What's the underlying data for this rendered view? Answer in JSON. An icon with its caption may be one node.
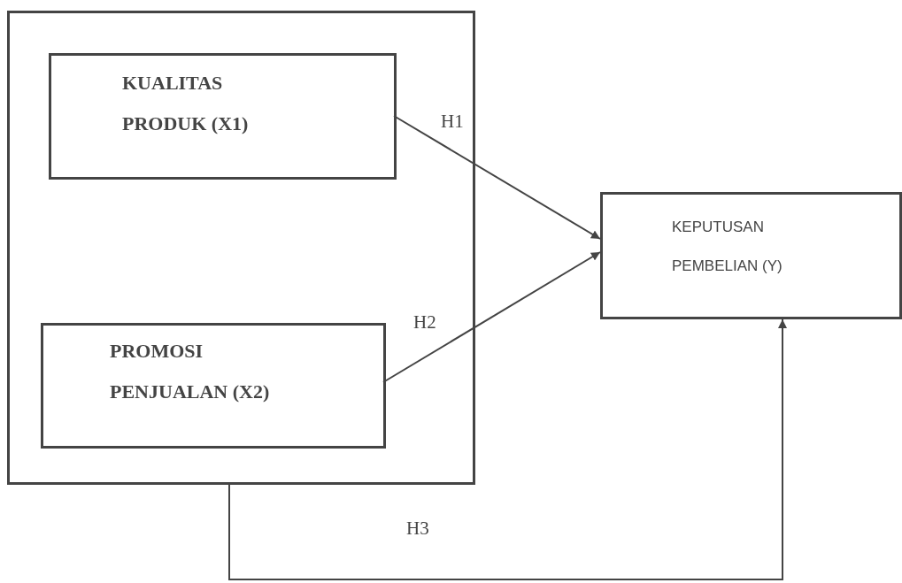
{
  "diagram": {
    "nodes": [
      {
        "text": [],
        "shape": "box"
      },
      {
        "text": [
          "KUALITAS PRODUK (X1)"
        ],
        "in": 0
      },
      {
        "text": [
          "PROMOSI PENJUALAN (X2)"
        ],
        "in": 0
      },
      {
        "text": [
          "KEPUTUSAN PEMBELIAN (Y)"
        ]
      }
    ],
    "edges": [
      {
        "from": 1,
        "to": 3,
        "arrow": "to",
        "label": "H1"
      },
      {
        "from": 2,
        "to": 3,
        "arrow": "to",
        "label": "H2"
      },
      {
        "from": 0,
        "to": 3,
        "arrow": "to",
        "label": "H3"
      }
    ]
  }
}
